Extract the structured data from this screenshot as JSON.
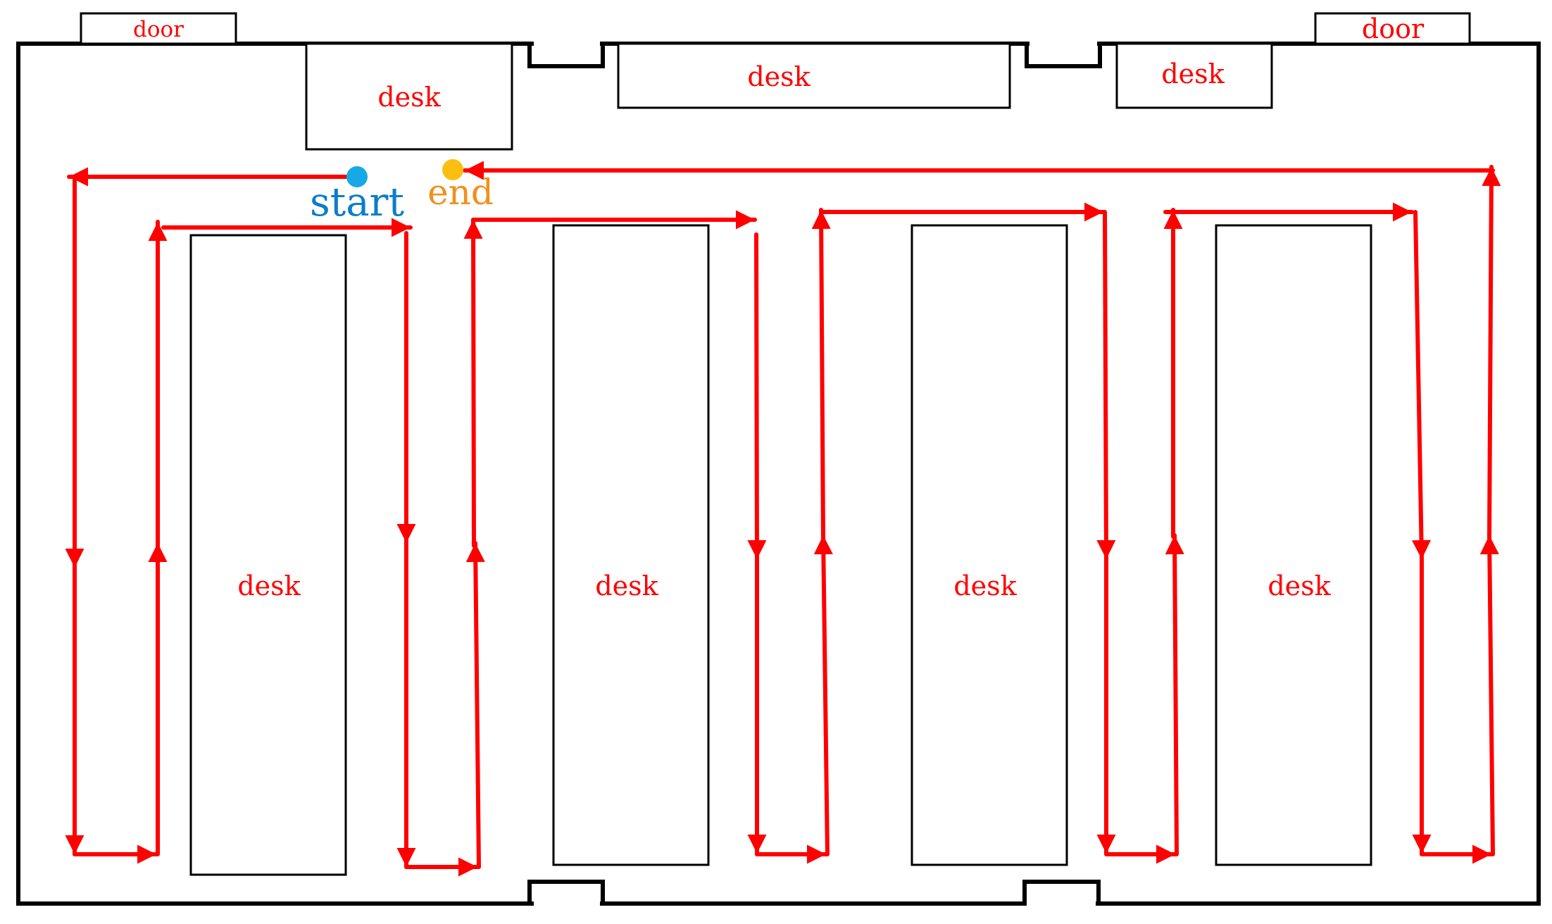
{
  "labels": {
    "door_left": "door",
    "door_right": "door",
    "desk_top_left": "desk",
    "desk_top_middle": "desk",
    "desk_top_right": "desk",
    "desk_row_1": "desk",
    "desk_row_2": "desk",
    "desk_row_3": "desk",
    "desk_row_4": "desk",
    "start": "start",
    "end": "end"
  },
  "colors": {
    "wall": "#000000",
    "path": "#ff0000",
    "label": "#ff0000",
    "start_marker": "#16a9e6",
    "start_label": "#0b7ec9",
    "end_marker": "#fbbf12",
    "end_label": "#f0901e"
  },
  "icons": {
    "start_marker": "filled-circle",
    "end_marker": "filled-circle",
    "path_arrow": "triangle-arrowhead"
  }
}
